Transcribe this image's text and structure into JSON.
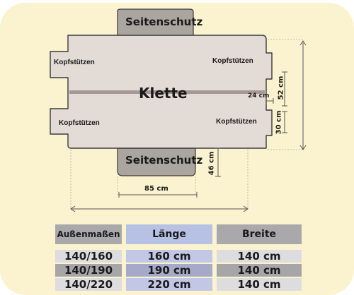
{
  "diagram": {
    "center_label": "Klette",
    "side_label_top": "Seitenschutz",
    "side_label_bottom": "Seitenschutz",
    "corner_labels": {
      "top_left": "Kopfstützen",
      "top_right": "Kopfstützen",
      "bottom_left": "Kopfstützen",
      "bottom_right": "Kopfstützen"
    },
    "dimensions": {
      "flap_width": "85 cm",
      "flap_height": "46 cm",
      "headrest_gap": "24 cm",
      "upper_height": "52 cm",
      "lower_height": "30 cm"
    },
    "colors": {
      "body_fill": "#e3dcd6",
      "flap_fill": "#aba5a0",
      "strip_color": "#a69995",
      "outline": "#3a3a3a",
      "dimension_line": "#555555"
    }
  },
  "table": {
    "headers": [
      "Außenmaßen",
      "Länge",
      "Breite"
    ],
    "header_colors": [
      "#a9a9ab",
      "#b7c1e4",
      "#a9a9ab"
    ],
    "rows": [
      {
        "size": "140/160",
        "laenge": "160 cm",
        "breite": "140 cm"
      },
      {
        "size": "140/190",
        "laenge": "190 cm",
        "breite": "140 cm"
      },
      {
        "size": "140/220",
        "laenge": "220 cm",
        "breite": "140 cm"
      }
    ],
    "row_colors": [
      "#dddcdf",
      "#a6a5a8",
      "#dddcdf"
    ],
    "laenge_row_colors": [
      "#c3c7e6",
      "#a7a9c9",
      "#c3c7e6"
    ]
  }
}
